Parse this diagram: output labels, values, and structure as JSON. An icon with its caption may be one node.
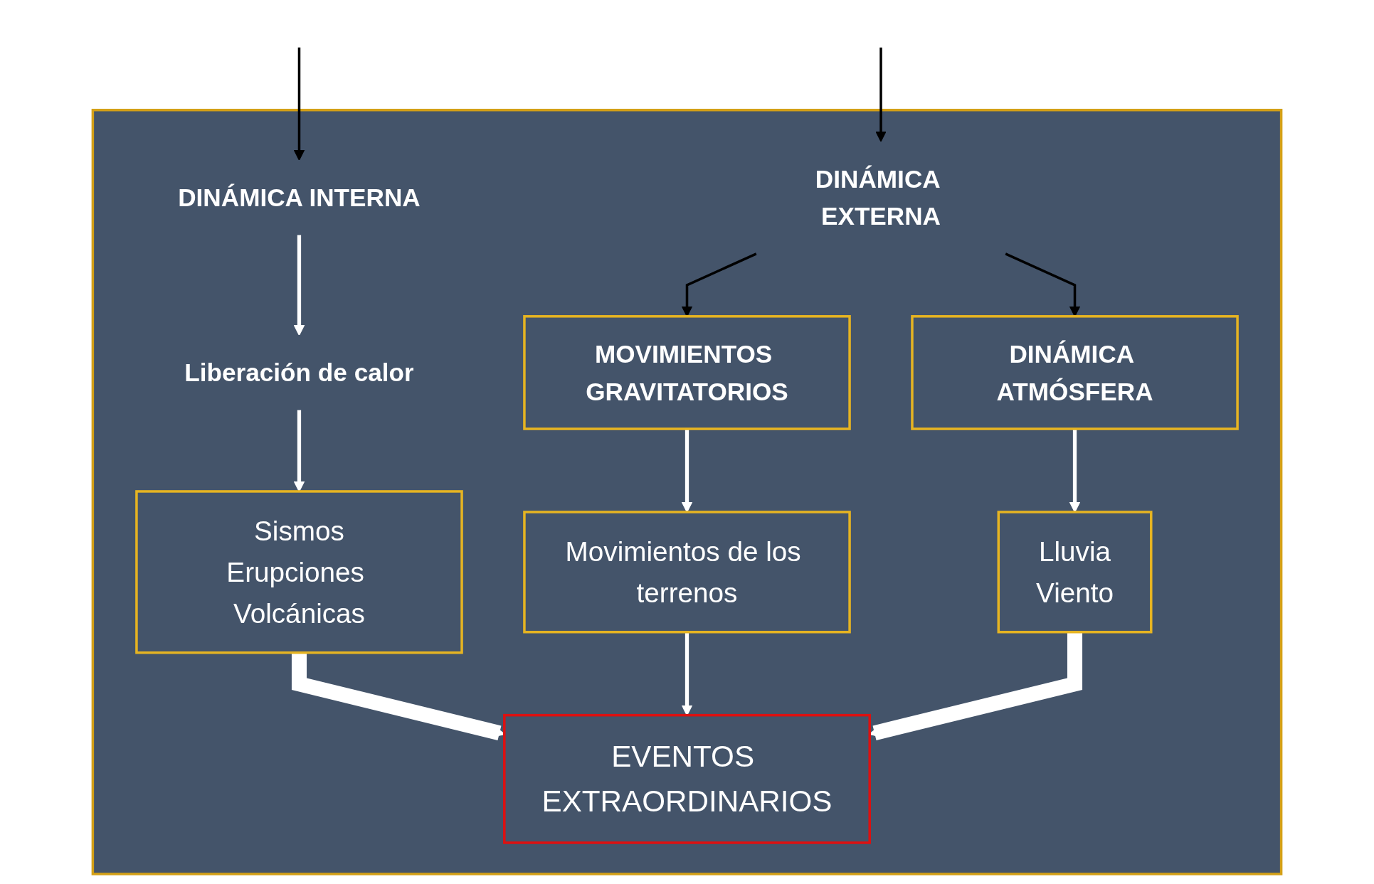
{
  "diagram": {
    "nodes": [
      {
        "text": [],
        "shape": "box"
      },
      {
        "text": [
          "DINÁMICA INTERNA"
        ],
        "in": 0
      },
      {
        "text": [
          "Liberación de calor"
        ],
        "in": 0
      },
      {
        "text": [
          "Sismos",
          "Erupciones Volcánicas"
        ],
        "in": 0
      },
      {
        "text": [
          "DINÁMICA EXTERNA"
        ],
        "in": 0
      },
      {
        "text": [
          "MOVIMIENTOS GRAVITATORIOS"
        ],
        "in": 0
      },
      {
        "text": [
          "DINÁMICA ATMÓSFERA"
        ],
        "in": 0
      },
      {
        "text": [
          "Movimientos de los terrenos"
        ],
        "in": 0
      },
      {
        "text": [
          "Lluvia",
          "Viento"
        ],
        "in": 0
      },
      {
        "text": [
          "EVENTOS EXTRAORDINARIOS"
        ],
        "in": 0
      }
    ],
    "edges": [
      {
        "from": null,
        "to": 1,
        "arrow": "to",
        "color": "#000000"
      },
      {
        "from": null,
        "to": 4,
        "arrow": "to",
        "color": "#000000"
      },
      {
        "from": 1,
        "to": 2,
        "arrow": "to"
      },
      {
        "from": 2,
        "to": 3,
        "arrow": "to"
      },
      {
        "from": 4,
        "to": 5,
        "arrow": "to",
        "color": "#000000"
      },
      {
        "from": 4,
        "to": 6,
        "arrow": "to",
        "color": "#000000"
      },
      {
        "from": 5,
        "to": 7,
        "arrow": "to"
      },
      {
        "from": 6,
        "to": 8,
        "arrow": "to"
      },
      {
        "from": 7,
        "to": 9,
        "arrow": "to"
      },
      {
        "from": 3,
        "to": 9,
        "arrow": "to",
        "style": "thick"
      },
      {
        "from": 8,
        "to": 9,
        "arrow": "to",
        "style": "thick"
      }
    ]
  }
}
